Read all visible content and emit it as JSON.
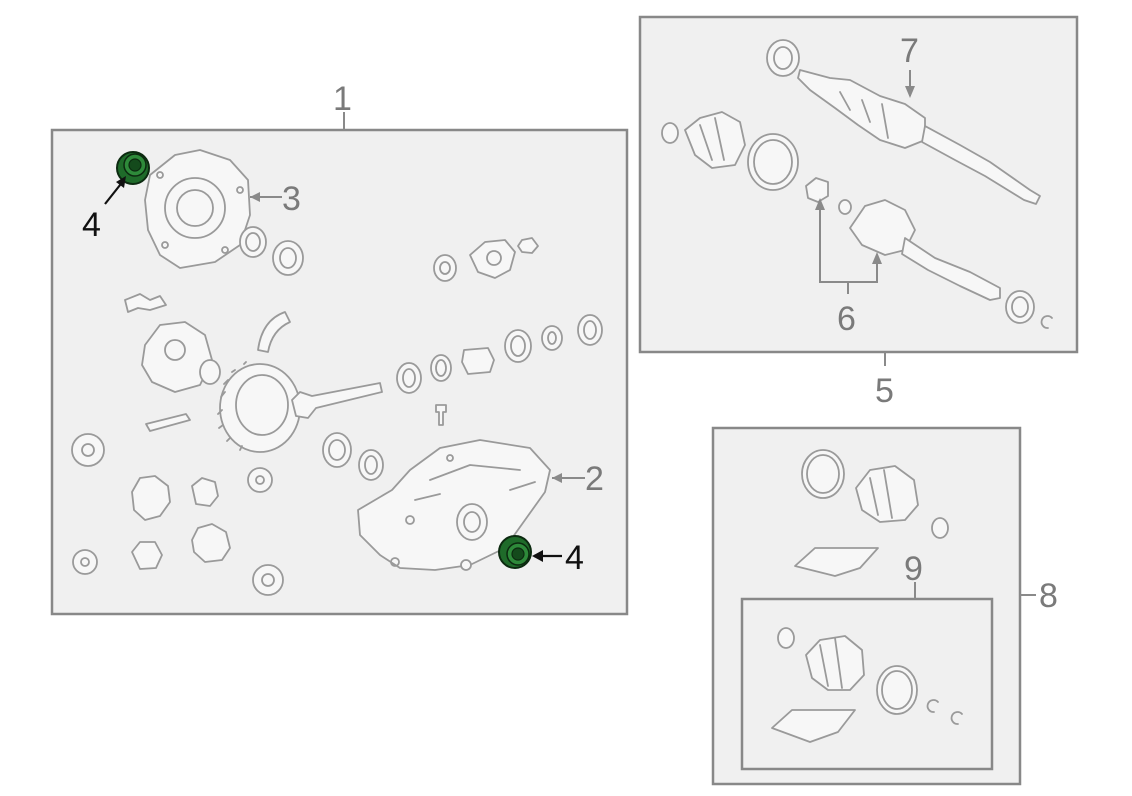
{
  "callouts": {
    "c1": "1",
    "c2": "2",
    "c3": "3",
    "c4_top": "4",
    "c4_bottom": "4",
    "c5": "5",
    "c6": "6",
    "c7": "7",
    "c8": "8",
    "c9": "9"
  },
  "colors": {
    "highlight_part": "#1f6b2a",
    "box_fill": "#f0f0f0",
    "box_stroke": "#888888",
    "label_grey": "#7a7a7a",
    "label_black": "#111111"
  }
}
